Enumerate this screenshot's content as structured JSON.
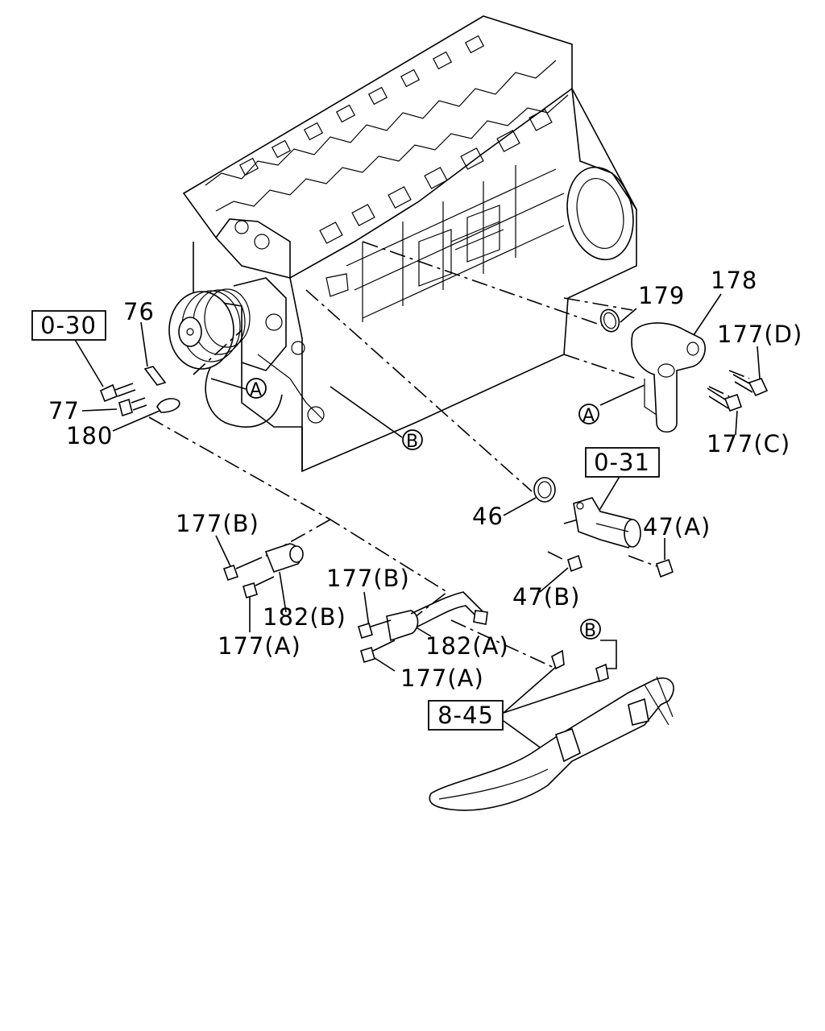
{
  "diagram": {
    "ref_boxes": [
      {
        "id": "0-30",
        "text": "0-30"
      },
      {
        "id": "0-31",
        "text": "0-31"
      },
      {
        "id": "8-45",
        "text": "8-45"
      }
    ],
    "markers": [
      {
        "id": "A1",
        "text": "A"
      },
      {
        "id": "A2",
        "text": "A"
      },
      {
        "id": "B1",
        "text": "B"
      },
      {
        "id": "B2",
        "text": "B"
      }
    ],
    "labels": [
      {
        "id": "l76",
        "text": "76"
      },
      {
        "id": "l77",
        "text": "77"
      },
      {
        "id": "l180",
        "text": "180"
      },
      {
        "id": "l179",
        "text": "179"
      },
      {
        "id": "l178",
        "text": "178"
      },
      {
        "id": "l177d",
        "text": "177(D)"
      },
      {
        "id": "l177c",
        "text": "177(C)"
      },
      {
        "id": "l46",
        "text": "46"
      },
      {
        "id": "l47a",
        "text": "47(A)"
      },
      {
        "id": "l47b",
        "text": "47(B)"
      },
      {
        "id": "l177b1",
        "text": "177(B)"
      },
      {
        "id": "l182b",
        "text": "182(B)"
      },
      {
        "id": "l177a1",
        "text": "177(A)"
      },
      {
        "id": "l177b2",
        "text": "177(B)"
      },
      {
        "id": "l182a",
        "text": "182(A)"
      },
      {
        "id": "l177a2",
        "text": "177(A)"
      }
    ]
  }
}
